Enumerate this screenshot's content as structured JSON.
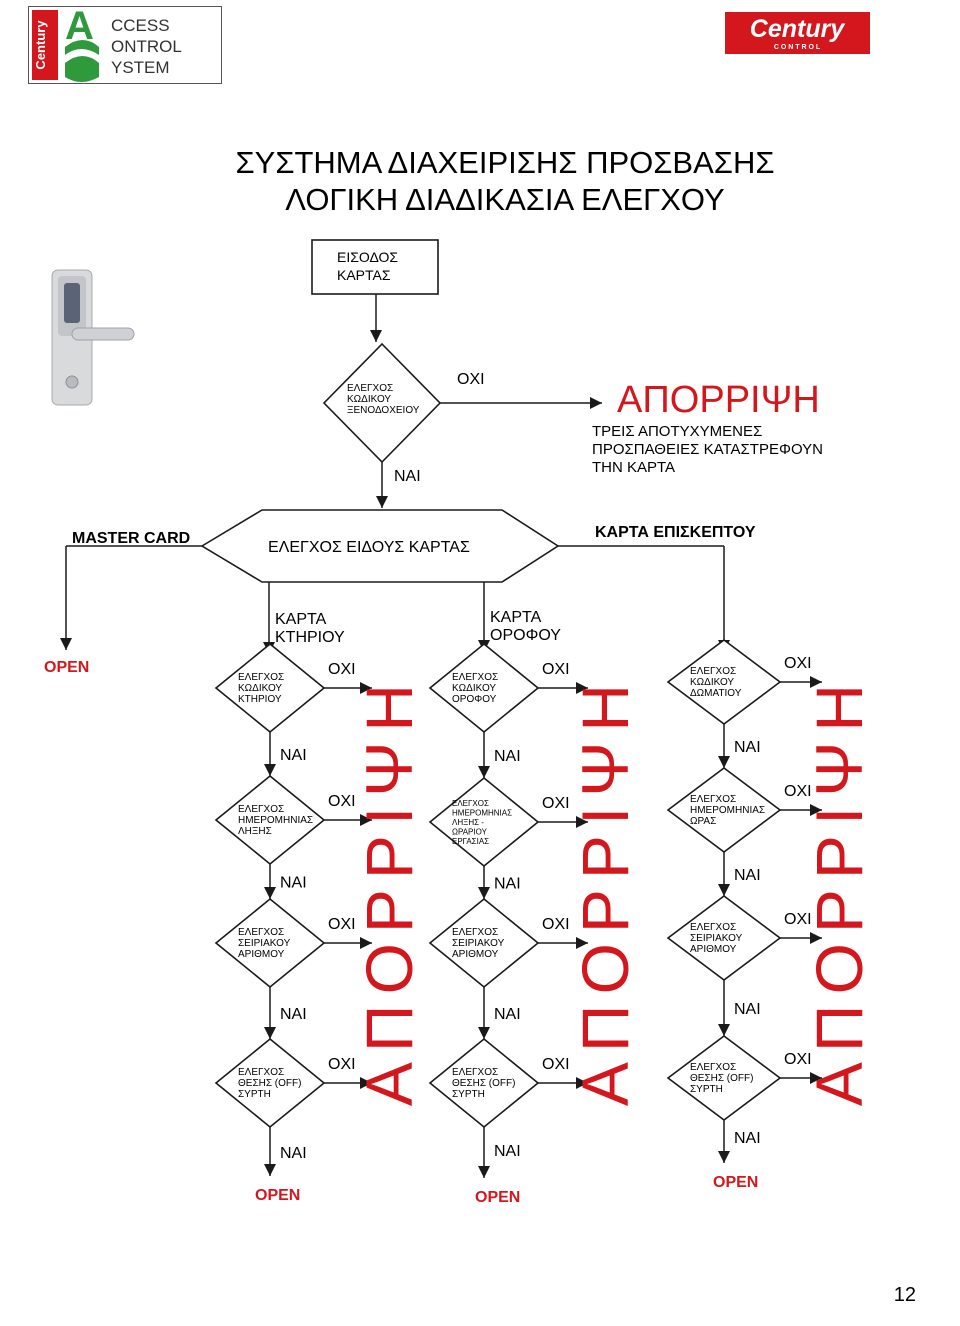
{
  "header": {
    "left_logo": {
      "lettering": [
        "Century",
        "A",
        "C",
        "S"
      ],
      "lines": [
        "CCESS",
        "ONTROL",
        "YSTEM"
      ]
    },
    "right_logo": {
      "lettering": "Century",
      "sub": "C O N T R O L"
    }
  },
  "title": {
    "line1": "ΣΥΣΤΗΜΑ ΔΙΑΧΕΙΡΙΣΗΣ ΠΡΟΣΒΑΣΗΣ",
    "line2": "ΛΟΓΙΚΗ ΔΙΑΔΙΚΑΣΙΑ ΕΛΕΓΧΟΥ"
  },
  "top": {
    "start_box": [
      "ΕΙΣΟΔΟΣ",
      "ΚΑΡΤΑΣ"
    ],
    "hotel_check": [
      "ΕΛΕΓΧΟΣ",
      "ΚΩΔΙΚΟΥ",
      "ΞΕΝΟΔΟΧΕΙΟΥ"
    ],
    "no": "ΟΧΙ",
    "yes": "ΝΑΙ",
    "reject_title": "ΑΠΟΡΡΙΨΗ",
    "reject_note": [
      "ΤΡΕΙΣ ΑΠΟΤΥΧΥΜΕΝΕΣ",
      "ΠΡΟΣΠΑΘΕΙΕΣ ΚΑΤΑΣΤΡΕΦΟΥΝ",
      "ΤΗΝ ΚΑΡΤΑ"
    ]
  },
  "type_check": {
    "label": "ΕΛΕΓΧΟΣ ΕΙΔΟΥΣ ΚΑΡΤΑΣ",
    "master": "MASTER CARD",
    "guest": "ΚΑΡΤΑ ΕΠΙΣΚΕΠΤΟΥ",
    "master_result": "OPEN"
  },
  "branches": [
    {
      "header": [
        "ΚΑΡΤΑ",
        "ΚΤΗΡΙΟΥ"
      ],
      "checks": [
        {
          "text": [
            "ΕΛΕΓΧΟΣ",
            "ΚΩΔΙΚΟΥ",
            "ΚΤΗΡΙΟΥ"
          ],
          "no": "ΟΧΙ",
          "yes": "ΝΑΙ"
        },
        {
          "text": [
            "ΕΛΕΓΧΟΣ",
            "ΗΜΕΡΟΜΗΝΙΑΣ",
            "ΛΗΞΗΣ"
          ],
          "no": "ΟΧΙ",
          "yes": "ΝΑΙ"
        },
        {
          "text": [
            "ΕΛΕΓΧΟΣ",
            "ΣΕΙΡΙΑΚΟΥ",
            "ΑΡΙΘΜΟΥ"
          ],
          "no": "ΟΧΙ",
          "yes": "ΝΑΙ"
        },
        {
          "text": [
            "ΕΛΕΓΧΟΣ",
            "ΘΕΣΗΣ (OFF)",
            "ΣΥΡΤΗ"
          ],
          "no": "ΟΧΙ",
          "yes": "ΝΑΙ"
        }
      ],
      "reject": "ΑΠΟΡΡΙΨΗ",
      "result": "OPEN"
    },
    {
      "header": [
        "ΚΑΡΤΑ",
        "ΟΡΟΦΟΥ"
      ],
      "checks": [
        {
          "text": [
            "ΕΛΕΓΧΟΣ",
            "ΚΩΔΙΚΟΥ",
            "ΟΡΟΦΟΥ"
          ],
          "no": "ΟΧΙ",
          "yes": "ΝΑΙ"
        },
        {
          "text": [
            "ΕΛΕΓΧΟΣ",
            "ΗΜΕΡΟΜΗΝΙΑΣ",
            "ΛΗΞΗΣ -",
            "ΩΡΑΡΙΟΥ",
            "ΕΡΓΑΣΙΑΣ"
          ],
          "no": "ΟΧΙ",
          "yes": "ΝΑΙ"
        },
        {
          "text": [
            "ΕΛΕΓΧΟΣ",
            "ΣΕΙΡΙΑΚΟΥ",
            "ΑΡΙΘΜΟΥ"
          ],
          "no": "ΟΧΙ",
          "yes": "ΝΑΙ"
        },
        {
          "text": [
            "ΕΛΕΓΧΟΣ",
            "ΘΕΣΗΣ (OFF)",
            "ΣΥΡΤΗ"
          ],
          "no": "ΟΧΙ",
          "yes": "ΝΑΙ"
        }
      ],
      "reject": "ΑΠΟΡΡΙΨΗ",
      "result": "OPEN"
    },
    {
      "header": [],
      "checks": [
        {
          "text": [
            "ΕΛΕΓΧΟΣ",
            "ΚΩΔΙΚΟΥ",
            "ΔΩΜΑΤΙΟΥ"
          ],
          "no": "ΟΧΙ",
          "yes": "ΝΑΙ"
        },
        {
          "text": [
            "ΕΛΕΓΧΟΣ",
            "ΗΜΕΡΟΜΗΝΙΑΣ",
            "ΩΡΑΣ"
          ],
          "no": "ΟΧΙ",
          "yes": "ΝΑΙ"
        },
        {
          "text": [
            "ΕΛΕΓΧΟΣ",
            "ΣΕΙΡΙΑΚΟΥ",
            "ΑΡΙΘΜΟΥ"
          ],
          "no": "ΟΧΙ",
          "yes": "ΝΑΙ"
        },
        {
          "text": [
            "ΕΛΕΓΧΟΣ",
            "ΘΕΣΗΣ (OFF)",
            "ΣΥΡΤΗ"
          ],
          "no": "ΟΧΙ",
          "yes": "ΝΑΙ"
        }
      ],
      "reject": "ΑΠΟΡΡΙΨΗ",
      "result": "OPEN"
    }
  ],
  "page_number": "12",
  "colors": {
    "reject": "#d3171d",
    "logo_green": "#2e9a3c",
    "logo_red": "#d3171d",
    "ink": "#1a1a1a"
  }
}
